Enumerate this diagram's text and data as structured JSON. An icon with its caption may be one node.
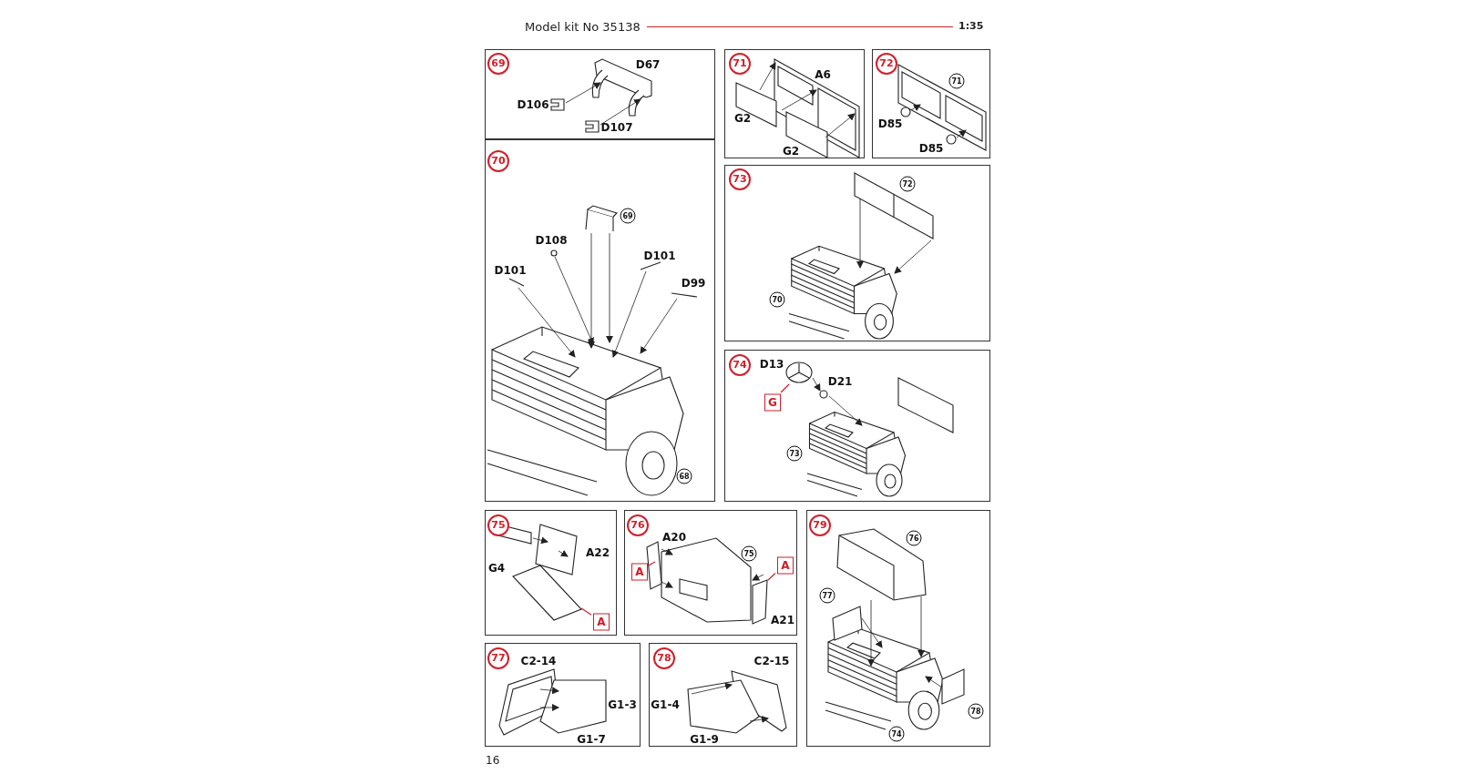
{
  "diagram": {
    "nodes": [
      {
        "text": [
          "69",
          "D67",
          "D106",
          "D107"
        ]
      },
      {
        "text": [
          "71",
          "A6",
          "G2",
          "G2"
        ]
      },
      {
        "text": [
          "72",
          "71",
          "D85",
          "D85"
        ]
      },
      {
        "text": [
          "70",
          "69",
          "D108",
          "D101",
          "D101",
          "D99",
          "68"
        ]
      },
      {
        "text": [
          "73",
          "72",
          "70"
        ]
      },
      {
        "text": [
          "74",
          "D13",
          "D21",
          "73"
        ]
      },
      {
        "text": [
          "G"
        ],
        "in": 5
      },
      {
        "text": [
          "75",
          "A22",
          "G4"
        ]
      },
      {
        "text": [
          "A"
        ],
        "in": 7
      },
      {
        "text": [
          "76",
          "A20",
          "75",
          "A21"
        ]
      },
      {
        "text": [
          "A"
        ],
        "in": 9
      },
      {
        "text": [
          "A"
        ],
        "in": 9
      },
      {
        "text": [
          "79",
          "76",
          "77",
          "78",
          "74"
        ]
      },
      {
        "text": [
          "77",
          "C2-14",
          "G1-3",
          "G1-7"
        ]
      },
      {
        "text": [
          "78",
          "C2-15",
          "G1-4",
          "G1-9"
        ]
      }
    ],
    "edges": [
      {
        "from": 6,
        "to": null,
        "arrow": "none"
      },
      {
        "from": 8,
        "to": null,
        "arrow": "none"
      },
      {
        "from": 10,
        "to": null,
        "arrow": "none"
      },
      {
        "from": 11,
        "to": null,
        "arrow": "none"
      }
    ],
    "labels": [
      "Model kit No 35138",
      "1:35",
      "16"
    ]
  }
}
